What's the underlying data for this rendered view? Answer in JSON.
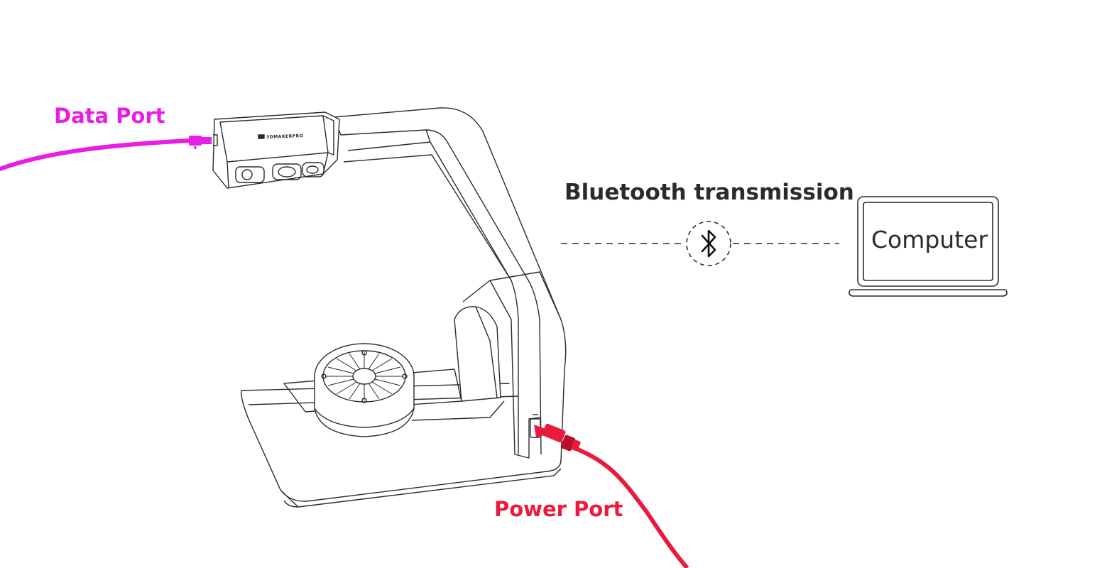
{
  "labels": {
    "data_port": "Data Port",
    "power_port": "Power Port",
    "bluetooth": "Bluetooth transmission",
    "computer": "Computer",
    "logo": "3DMAKERPRO"
  },
  "icons": {
    "bluetooth": "bluetooth-icon"
  },
  "colors": {
    "data_port": "#e61ee6",
    "power_port": "#ea1a3f",
    "line": "#2b2b2b"
  }
}
